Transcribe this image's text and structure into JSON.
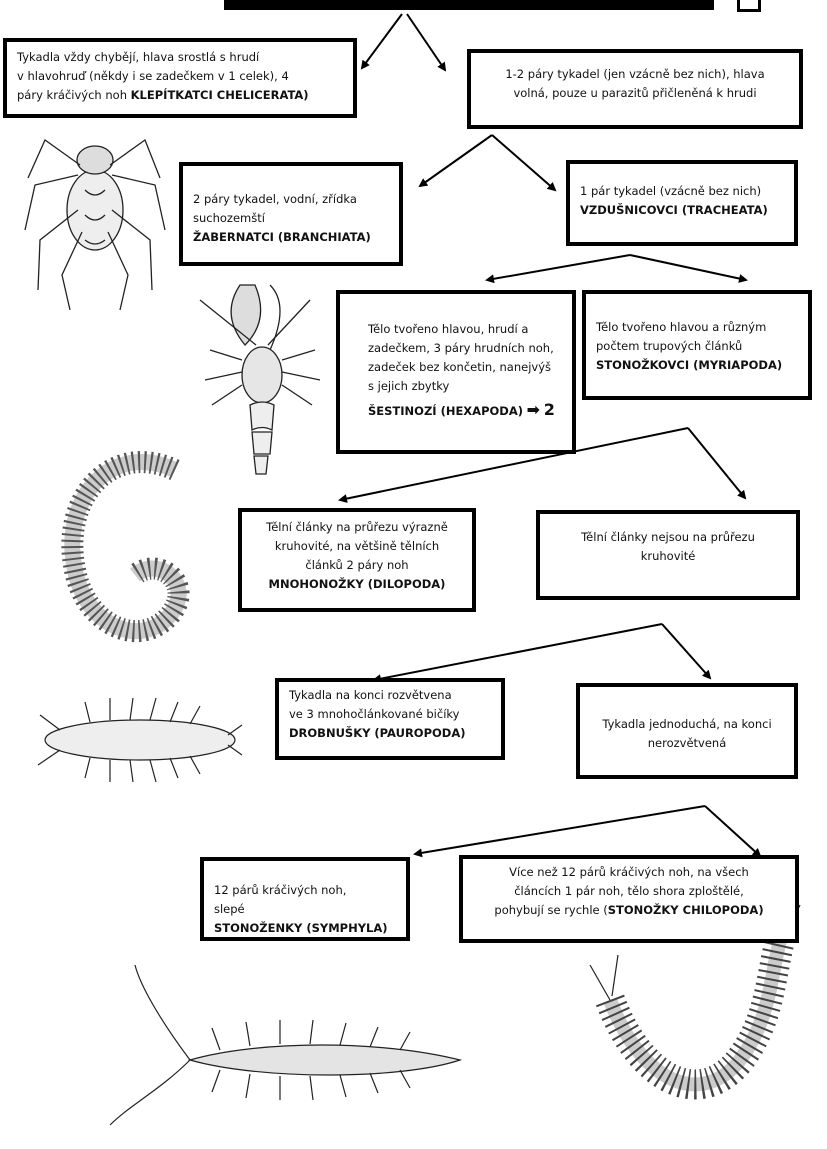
{
  "boxes": {
    "chelicerata": {
      "line1": "Tykadla vždy chybějí, hlava srostlá s hrudí",
      "line2": "v hlavohruď (někdy i se zadečkem v 1 celek), 4",
      "line3_pre": "páry kráčivých noh ",
      "line3_bold": "KLEPÍTKATCI CHELICERATA)"
    },
    "free_head": {
      "line1": "1-2 páry tykadel (jen vzácně bez nich), hlava",
      "line2": "volná, pouze u parazitů přičleněná k hrudi"
    },
    "branchiata": {
      "line1": "2 páry tykadel, vodní, zřídka",
      "line2": "suchozemští",
      "line3_bold": "ŽABERNATCI (BRANCHIATA)"
    },
    "tracheata": {
      "line1": "1 pár tykadel (vzácně bez nich)",
      "line2_bold": "VZDUŠNICOVCI (TRACHEATA)"
    },
    "hexapoda": {
      "line1": "Tělo tvořeno hlavou, hrudí a",
      "line2": "zadečkem, 3 páry hrudních noh,",
      "line3": "zadeček bez končetin, nanejvýš",
      "line4": "s jejich zbytky",
      "line5_bold": "ŠESTINOZÍ (HEXAPODA)",
      "arrow_glyph": "➡",
      "arrow_num": "2"
    },
    "myriapoda": {
      "line1": "Tělo tvořeno hlavou a různým",
      "line2": "počtem trupových článků",
      "line3_bold": "STONOŽKOVCI (MYRIAPODA)"
    },
    "dilopoda": {
      "line1": "Tělní články na průřezu výrazně",
      "line2": "kruhovité, na většině tělních",
      "line3": "článků 2 páry noh",
      "line4_bold": "MNOHONOŽKY (DILOPODA)"
    },
    "not_round": {
      "line1": "Tělní články nejsou na průřezu",
      "line2": "kruhovité"
    },
    "pauropoda": {
      "line1": "Tykadla na konci rozvětvena",
      "line2": "ve 3 mnohočlánkované bičíky",
      "line3_bold": "DROBNUŠKY (PAUROPODA)"
    },
    "simple_antennae": {
      "line1": "Tykadla jednoduchá, na konci",
      "line2": "nerozvětvená"
    },
    "symphyla": {
      "line1": "12 párů kráčivých noh,",
      "line2": "slepé",
      "line3_bold": "STONOŽENKY (SYMPHYLA)"
    },
    "chilopoda": {
      "line1": "Více než 12 párů kráčivých noh, na všech",
      "line2": "článcích 1 pár noh, tělo shora zploštělé,",
      "line3_pre": "pohybují se rychle (",
      "line3_bold": "STONOŽKY CHILOPODA)"
    }
  },
  "colors": {
    "ink": "#000000",
    "background": "#ffffff"
  }
}
